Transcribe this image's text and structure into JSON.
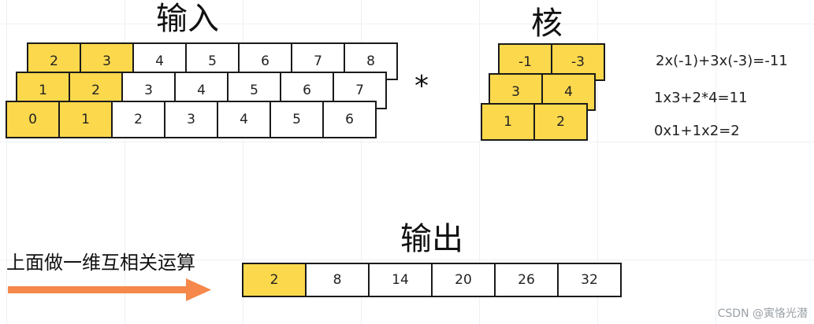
{
  "input": {
    "title": "输入",
    "rows": [
      [
        {
          "v": "2",
          "hl": true
        },
        {
          "v": "3",
          "hl": true
        },
        {
          "v": "4",
          "hl": false
        },
        {
          "v": "5",
          "hl": false
        },
        {
          "v": "6",
          "hl": false
        },
        {
          "v": "7",
          "hl": false
        },
        {
          "v": "8",
          "hl": false
        }
      ],
      [
        {
          "v": "1",
          "hl": true
        },
        {
          "v": "2",
          "hl": true
        },
        {
          "v": "3",
          "hl": false
        },
        {
          "v": "4",
          "hl": false
        },
        {
          "v": "5",
          "hl": false
        },
        {
          "v": "6",
          "hl": false
        },
        {
          "v": "7",
          "hl": false
        }
      ],
      [
        {
          "v": "0",
          "hl": true
        },
        {
          "v": "1",
          "hl": true
        },
        {
          "v": "2",
          "hl": false
        },
        {
          "v": "3",
          "hl": false
        },
        {
          "v": "4",
          "hl": false
        },
        {
          "v": "5",
          "hl": false
        },
        {
          "v": "6",
          "hl": false
        }
      ]
    ]
  },
  "operator": "*",
  "kernel": {
    "title": "核",
    "rows": [
      [
        {
          "v": "-1",
          "hl": true
        },
        {
          "v": "-3",
          "hl": true
        }
      ],
      [
        {
          "v": "3",
          "hl": true
        },
        {
          "v": "4",
          "hl": true
        }
      ],
      [
        {
          "v": "1",
          "hl": true
        },
        {
          "v": "2",
          "hl": true
        }
      ]
    ]
  },
  "equations": [
    "2x(-1)+3x(-3)=-11",
    "1x3+2*4=11",
    "0x1+1x2=2"
  ],
  "caption": "上面做一维互相关运算",
  "output": {
    "title": "输出",
    "cells": [
      {
        "v": "2",
        "hl": true
      },
      {
        "v": "8",
        "hl": false
      },
      {
        "v": "14",
        "hl": false
      },
      {
        "v": "20",
        "hl": false
      },
      {
        "v": "26",
        "hl": false
      },
      {
        "v": "32",
        "hl": false
      }
    ]
  },
  "colors": {
    "highlight": "#fcd84c",
    "arrow": "#f5884a",
    "border": "#1a1a1a"
  },
  "watermark": "CSDN @寅恪光潜"
}
